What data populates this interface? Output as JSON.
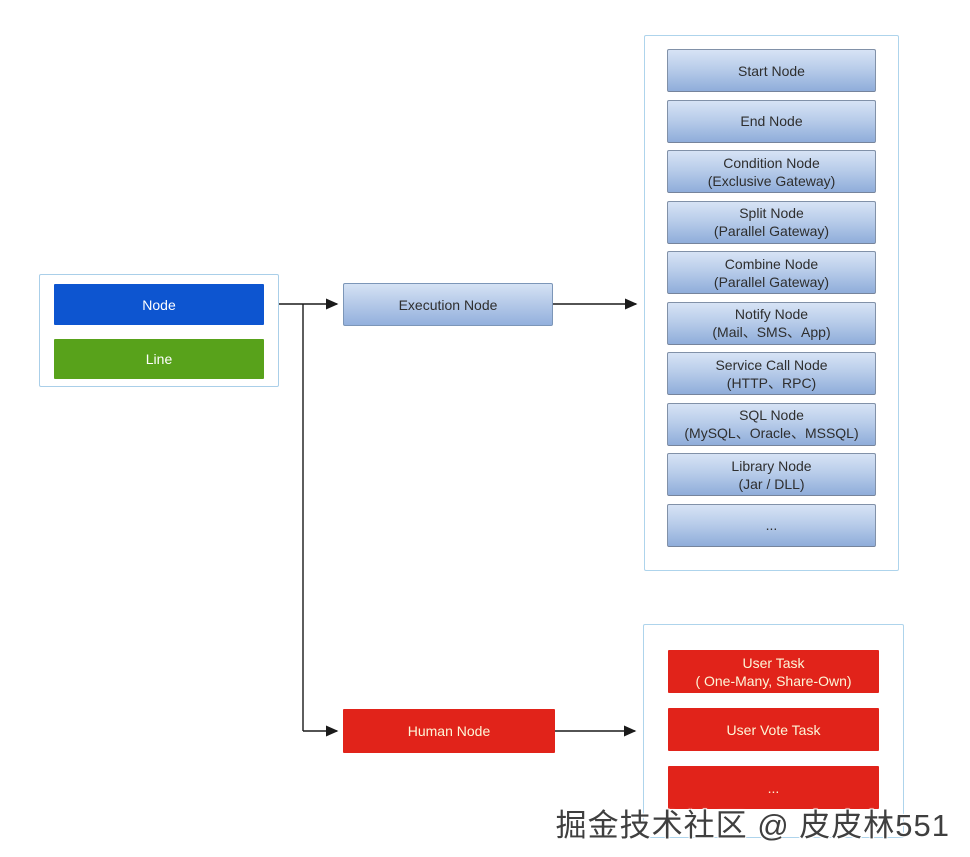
{
  "legend": {
    "node_label": "Node",
    "line_label": "Line"
  },
  "flow": {
    "execution_label": "Execution Node",
    "human_label": "Human Node"
  },
  "execution_types": {
    "items": [
      {
        "line1": "Start Node"
      },
      {
        "line1": "End Node"
      },
      {
        "line1": "Condition Node",
        "line2": "(Exclusive Gateway)"
      },
      {
        "line1": "Split Node",
        "line2": "(Parallel Gateway)"
      },
      {
        "line1": "Combine Node",
        "line2": "(Parallel Gateway)"
      },
      {
        "line1": "Notify Node",
        "line2": "(Mail、SMS、App)"
      },
      {
        "line1": "Service Call Node",
        "line2": "(HTTP、RPC)"
      },
      {
        "line1": "SQL Node",
        "line2": "(MySQL、Oracle、MSSQL)"
      },
      {
        "line1": "Library Node",
        "line2": "(Jar / DLL)"
      },
      {
        "line1": "..."
      }
    ]
  },
  "human_types": {
    "items": [
      {
        "line1": "User Task",
        "line2": "( One-Many, Share-Own)"
      },
      {
        "line1": "User Vote Task"
      },
      {
        "line1": "..."
      }
    ]
  },
  "watermark": {
    "text": "掘金技术社区 @ 皮皮林551"
  },
  "colors": {
    "node_blue": "#0d55d0",
    "line_green": "#58a21b",
    "human_red": "#e1231a",
    "panel_border": "#aed4ec",
    "type_box_gradient_top": "#d7e3f5",
    "type_box_gradient_bottom": "#8fadda",
    "connector": "#1a1a1a"
  }
}
